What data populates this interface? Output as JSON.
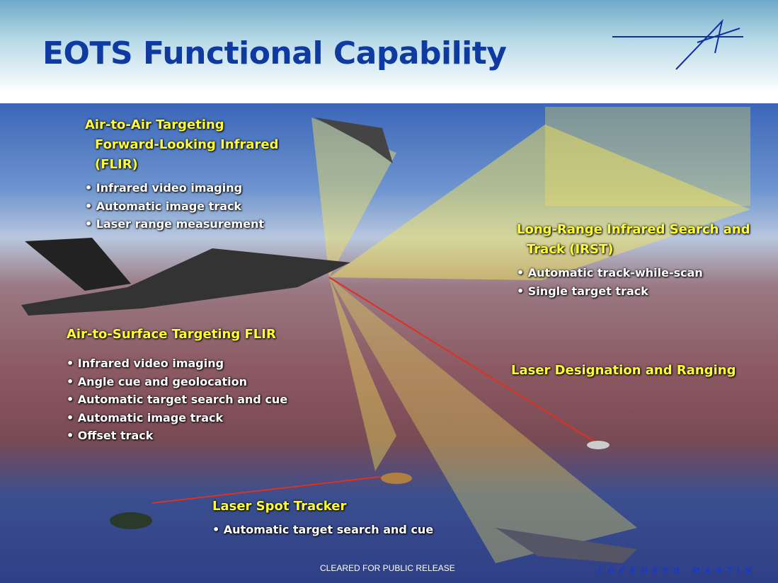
{
  "title": "EOTS Functional Capability",
  "sections": {
    "air_to_air": {
      "heading": [
        "Air-to-Air Targeting",
        "Forward-Looking Infrared",
        "(FLIR)"
      ],
      "items": [
        "Infrared video imaging",
        "Automatic image track",
        "Laser range measurement"
      ]
    },
    "irst": {
      "heading": [
        "Long-Range Infrared Search and",
        "Track (IRST)"
      ],
      "items": [
        "Automatic track-while-scan",
        "Single target track"
      ]
    },
    "air_to_surface": {
      "heading": [
        "Air-to-Surface Targeting FLIR"
      ],
      "items": [
        "Infrared video imaging",
        "Angle cue and geolocation",
        "Automatic target search and cue",
        "Automatic image track",
        "Offset track"
      ]
    },
    "laser_designation": {
      "heading": [
        "Laser Designation and Ranging"
      ]
    },
    "laser_spot": {
      "heading": [
        "Laser Spot Tracker"
      ],
      "items": [
        "Automatic target search and cue"
      ]
    }
  },
  "footer": "CLEARED FOR PUBLIC RELEASE",
  "logo_text": "LOCKHEED MARTIN",
  "colors": {
    "title": "#0f3aa0",
    "heading": "#ffff33",
    "beam": "#f2e35a",
    "laser": "#e03020"
  }
}
